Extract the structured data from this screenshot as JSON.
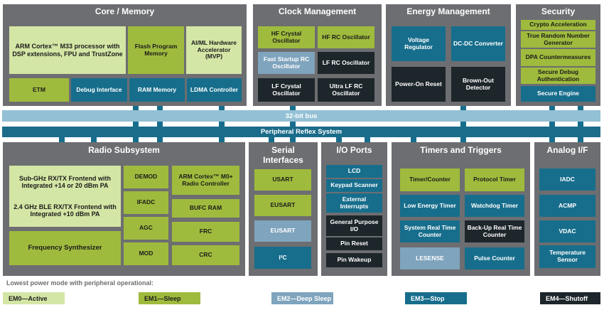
{
  "colors": {
    "light_green": "#d4e6a5",
    "green": "#9fbb3d",
    "light_blue": "#7fa4bd",
    "teal": "#176e8c",
    "black": "#1d262b",
    "panel_gray": "#6d6e71"
  },
  "core_memory": {
    "title": "Core / Memory",
    "cpu": "ARM Cortex™ M33 processor with DSP extensions, FPU and TrustZone",
    "flash": "Flash Program Memory",
    "mvp": "AI/ML Hardware Accelerator (MVP)",
    "etm": "ETM",
    "debug": "Debug Interface",
    "ram": "RAM Memory",
    "ldma": "LDMA Controller"
  },
  "clock": {
    "title": "Clock Management",
    "hf_crystal": "HF Crystal Oscillator",
    "hf_rc": "HF RC Oscillator",
    "fast_startup": "Fast Startup RC Oscillator",
    "lf_rc": "LF RC Oscillator",
    "lf_crystal": "LF Crystal Oscillator",
    "ulf_rc": "Ultra LF RC Oscillator"
  },
  "energy": {
    "title": "Energy Management",
    "voltage_regulator": "Voltage Regulator",
    "dcdc": "DC-DC Converter",
    "power_on_reset": "Power-On Reset",
    "brown_out": "Brown-Out Detector"
  },
  "security": {
    "title": "Security",
    "crypto": "Crypto Acceleration",
    "trng": "True Random Number Generator",
    "dpa": "DPA Countermeasures",
    "secure_debug": "Secure Debug Authentication",
    "secure_engine": "Secure Engine"
  },
  "buses": {
    "bus32": "32-bit bus",
    "prs": "Peripheral Reflex System"
  },
  "radio": {
    "title": "Radio Subsystem",
    "frontend": "Sub-GHz RX/TX Frontend with Integrated +14 or 20 dBm PA",
    "ble_frontend": "2.4 GHz BLE RX/TX Frontend with Integrated +10 dBm PA",
    "synth": "Frequency Synthesizer",
    "demod": "DEMOD",
    "ifadc": "IFADC",
    "agc": "AGC",
    "mod": "MOD",
    "m0": "ARM Cortex™ M0+ Radio Controller",
    "bufc": "BUFC RAM",
    "frc": "FRC",
    "crc": "CRC"
  },
  "serial": {
    "title": "Serial Interfaces",
    "usart": "USART",
    "eusart1": "EUSART",
    "eusart2": "EUSART",
    "i2c": "I²C"
  },
  "io": {
    "title": "I/O Ports",
    "lcd": "LCD",
    "keypad": "Keypad Scanner",
    "ext_int": "External Interrupts",
    "gpio": "General Purpose I/O",
    "pin_reset": "Pin Reset",
    "pin_wakeup": "Pin Wakeup"
  },
  "timers": {
    "title": "Timers and Triggers",
    "timer_counter": "Timer/Counter",
    "protocol_timer": "Protocol Timer",
    "le_timer": "Low Energy Timer",
    "watchdog": "Watchdog Timer",
    "rtc": "System Real Time Counter",
    "backup_rtc": "Back-Up Real Time Counter",
    "lesense": "LESENSE",
    "pulse_counter": "Pulse Counter"
  },
  "analog": {
    "title": "Analog I/F",
    "iadc": "IADC",
    "acmp": "ACMP",
    "vdac": "VDAC",
    "temp": "Temperature Sensor"
  },
  "legend": {
    "title": "Lowest power mode with peripheral operational:",
    "em0": "EM0—Active",
    "em1": "EM1—Sleep",
    "em2": "EM2—Deep Sleep",
    "em3": "EM3—Stop",
    "em4": "EM4—Shutoff"
  }
}
